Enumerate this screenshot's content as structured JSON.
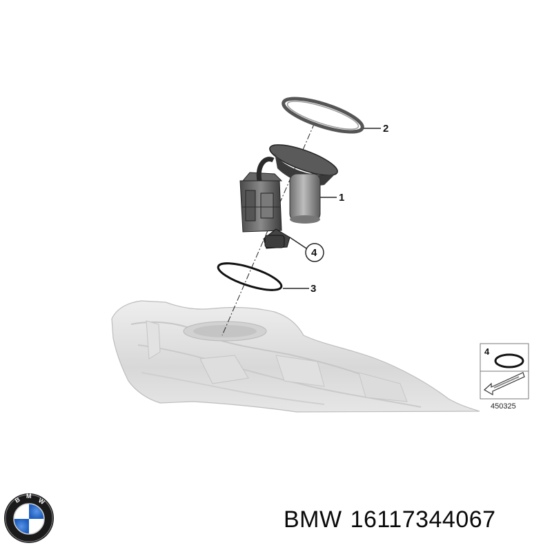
{
  "diagram": {
    "callouts": [
      {
        "id": "callout-1",
        "label": "1"
      },
      {
        "id": "callout-2",
        "label": "2"
      },
      {
        "id": "callout-3",
        "label": "3"
      },
      {
        "id": "callout-4",
        "label": "4"
      }
    ],
    "legend": {
      "item_label": "4",
      "reference_number": "450325"
    }
  },
  "footer": {
    "brand": "BMW",
    "part_number": "16117344067"
  },
  "logo": {
    "text": "BMW",
    "colors": {
      "ring": "#111111",
      "blue": "#2f6fd0",
      "white": "#ffffff"
    }
  }
}
